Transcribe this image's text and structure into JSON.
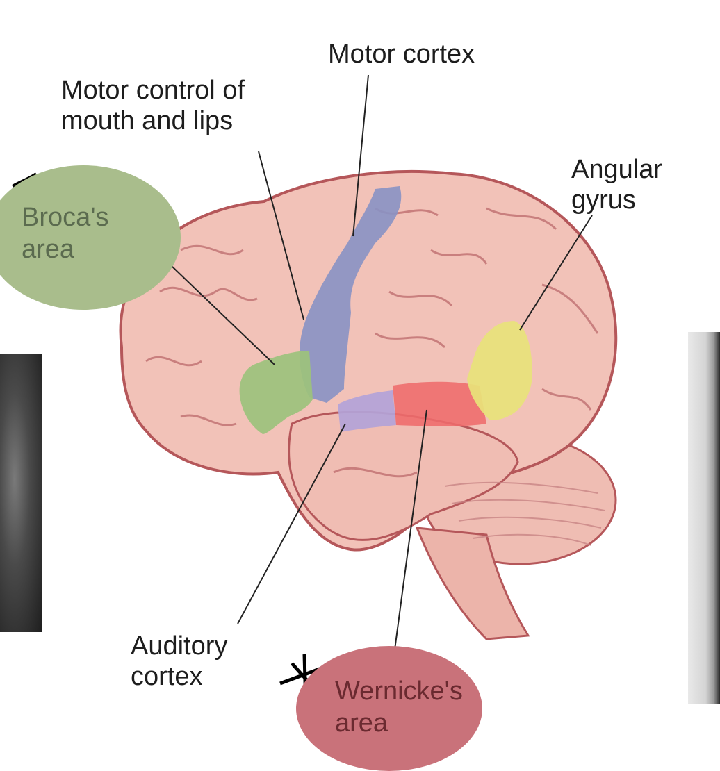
{
  "labels": {
    "motor_cortex": "Motor cortex",
    "motor_control_line1": "Motor control of",
    "motor_control_line2": "mouth and lips",
    "angular_line1": "Angular",
    "angular_line2": "gyrus",
    "auditory_line1": "Auditory",
    "auditory_line2": "cortex"
  },
  "bubbles": {
    "broca": {
      "line1": "Broca's",
      "line2": "area",
      "color": "#a9bd8c",
      "text_color": "#5b6b4f"
    },
    "wernicke": {
      "line1": "Wernicke's",
      "line2": "area",
      "color": "#c9727a",
      "text_color": "#6a2a30"
    }
  },
  "colors": {
    "brain": "#f2c2b8",
    "brain_outline": "#b5575a",
    "motor_region": "#8892c4",
    "broca_region": "#9cc27c",
    "wernicke_region": "#ee6b6b",
    "auditory_region": "#b3a3d8",
    "angular_region": "#e8e37a"
  }
}
